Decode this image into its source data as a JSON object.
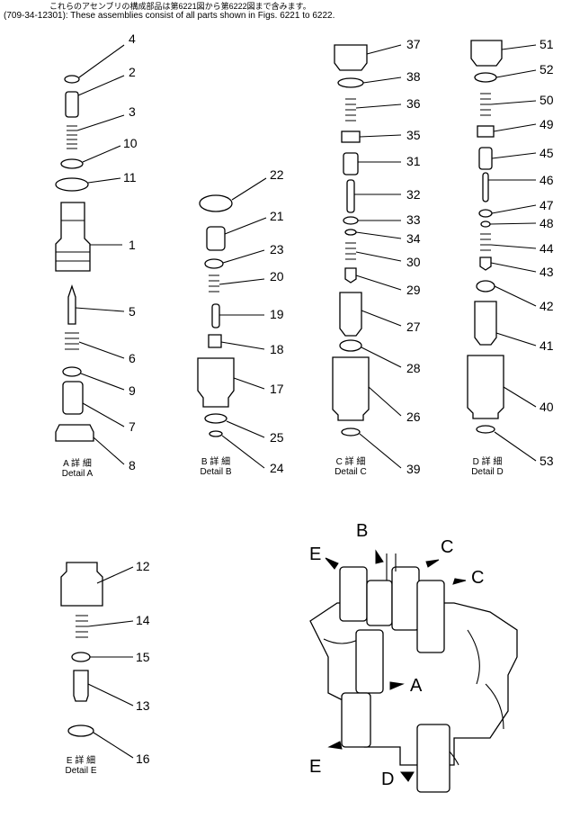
{
  "header": {
    "line1": "これらのアセンブリの構成部品は第6221図から第6222図まで含みます。",
    "line2": "(709-34-12301): These assemblies consist of all parts shown in Figs. 6221 to 6222."
  },
  "callouts": [
    "4",
    "2",
    "3",
    "10",
    "11",
    "1",
    "5",
    "6",
    "9",
    "7",
    "8",
    "22",
    "21",
    "23",
    "20",
    "19",
    "18",
    "17",
    "25",
    "24",
    "37",
    "38",
    "36",
    "35",
    "31",
    "32",
    "33",
    "34",
    "30",
    "29",
    "27",
    "28",
    "26",
    "39",
    "51",
    "52",
    "50",
    "49",
    "45",
    "46",
    "47",
    "48",
    "44",
    "43",
    "42",
    "41",
    "40",
    "53",
    "12",
    "14",
    "15",
    "13",
    "16"
  ],
  "details": {
    "A": {
      "jp": "A 詳 細",
      "en": "Detail A"
    },
    "B": {
      "jp": "B 詳 細",
      "en": "Detail B"
    },
    "C": {
      "jp": "C 詳 細",
      "en": "Detail C"
    },
    "D": {
      "jp": "D 詳 細",
      "en": "Detail D"
    },
    "E": {
      "jp": "E 詳 細",
      "en": "Detail E"
    }
  },
  "assembly_letters": {
    "B": "B",
    "C1": "C",
    "C2": "C",
    "E1": "E",
    "A": "A",
    "E2": "E",
    "D": "D"
  }
}
